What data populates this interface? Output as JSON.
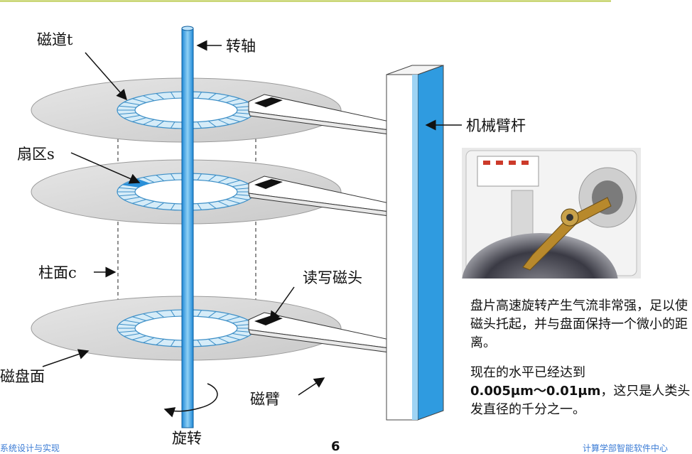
{
  "labels": {
    "track": "磁道t",
    "spindle": "转轴",
    "actuator_arm": "机械臂杆",
    "sector": "扇区s",
    "cylinder": "柱面c",
    "rw_head": "读写磁头",
    "surface": "磁盘面",
    "disk_arm": "磁臂",
    "rotation": "旋转"
  },
  "text": {
    "para1": "盘片高速旋转产生气流非常强，足以使磁头托起，并与盘面保持一个微小的距离。",
    "para2_line1": "现在的水平已经达到",
    "para2_value": "0.005μm～0.01μm",
    "para2_rest": "，这只是人类头发直径的千分之一。"
  },
  "footer": {
    "left": "系统设计与实现",
    "page": "6",
    "right": "计算学部智能软件中心"
  },
  "photo": {
    "name": "hard-drive-photo"
  },
  "colors": {
    "accent_blue": "#3aa3e0",
    "ring_light": "#d6ecf8",
    "highlight_sector": "#2a8fd8",
    "platter": "#d9d9d9",
    "top_rule": "#b9c94a"
  }
}
